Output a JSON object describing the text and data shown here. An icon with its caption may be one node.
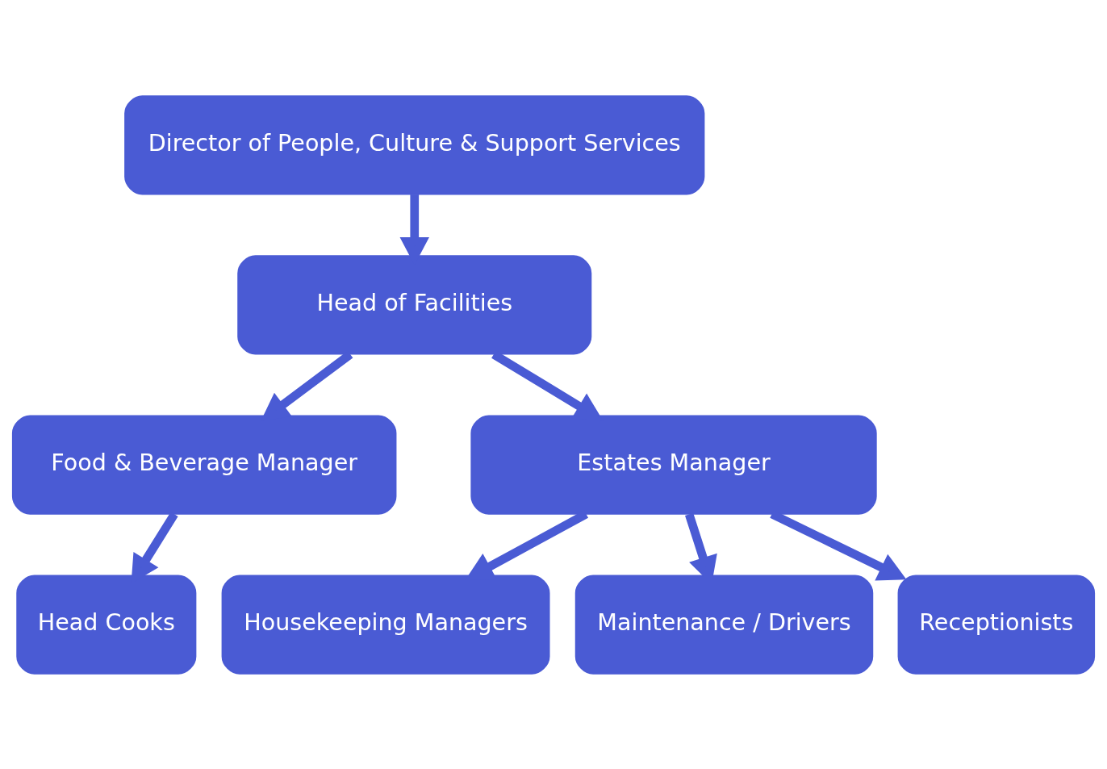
{
  "diagram": {
    "nodes": [
      {
        "text": [
          "Director of People, Culture & Support Services"
        ]
      },
      {
        "text": [
          "Head of Facilities"
        ]
      },
      {
        "text": [
          "Food & Beverage Manager"
        ]
      },
      {
        "text": [
          "Estates Manager"
        ]
      },
      {
        "text": [
          "Head Cooks"
        ]
      },
      {
        "text": [
          "Housekeeping Managers"
        ]
      },
      {
        "text": [
          "Maintenance / Drivers"
        ]
      },
      {
        "text": [
          "Receptionists"
        ]
      }
    ],
    "edges": [
      {
        "from": 0,
        "to": 1,
        "arrow": "to"
      },
      {
        "from": 1,
        "to": 2,
        "arrow": "to"
      },
      {
        "from": 1,
        "to": 3,
        "arrow": "to"
      },
      {
        "from": 2,
        "to": 4,
        "arrow": "to"
      },
      {
        "from": 3,
        "to": 5,
        "arrow": "to"
      },
      {
        "from": 3,
        "to": 6,
        "arrow": "to"
      },
      {
        "from": 3,
        "to": 7,
        "arrow": "to"
      }
    ]
  }
}
